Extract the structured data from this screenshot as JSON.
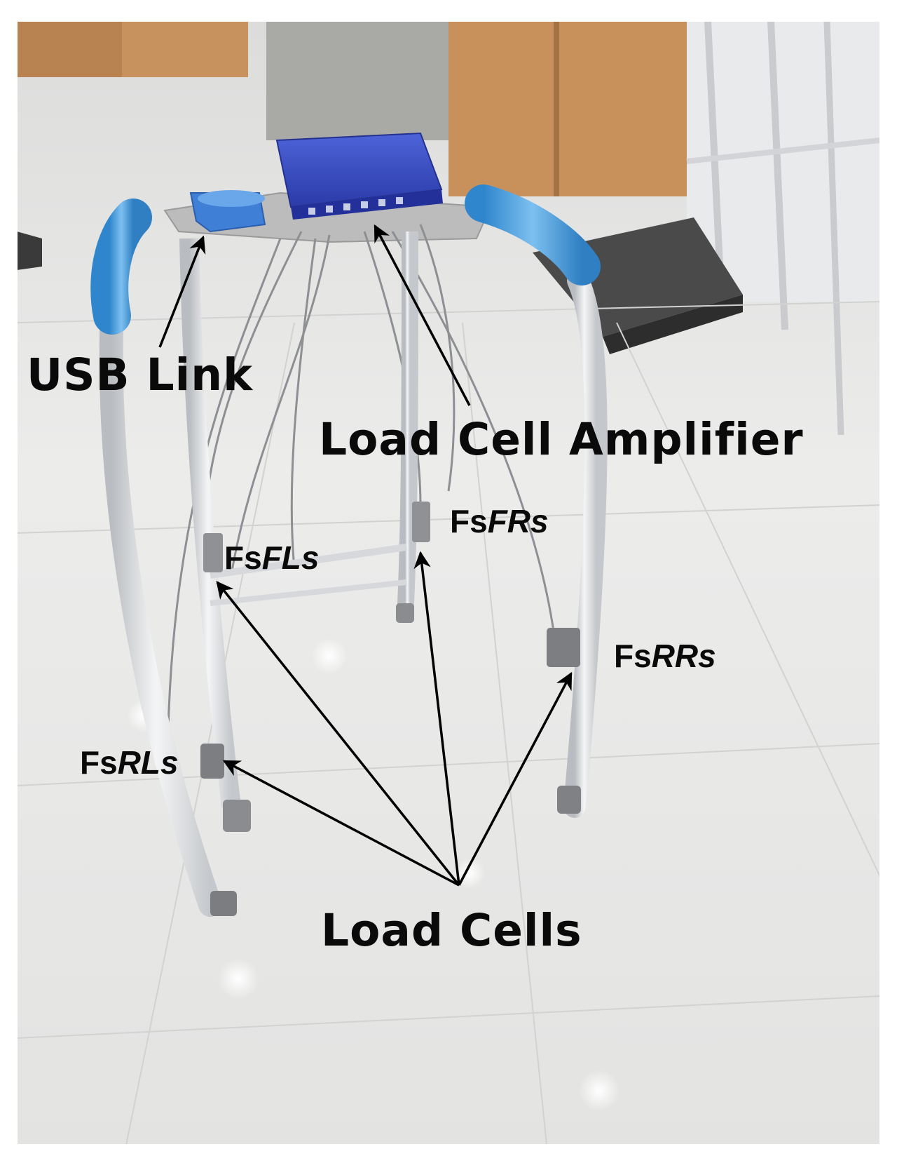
{
  "labels": {
    "usb_link": "USB Link",
    "load_cell_amplifier": "Load Cell Amplifier",
    "load_cells": "Load Cells",
    "fs_fls": {
      "prefix": "Fs",
      "suffix": "FLs"
    },
    "fs_frs": {
      "prefix": "Fs",
      "suffix": "FRs"
    },
    "fs_rrs": {
      "prefix": "Fs",
      "suffix": "RRs"
    },
    "fs_rls": {
      "prefix": "Fs",
      "suffix": "RLs"
    }
  },
  "colors": {
    "floor": "#e9e9e7",
    "wall": "#c9935f",
    "frame": "#e6e8ea",
    "foam_grip": "#5aa9e6",
    "amplifier": "#3a4fc4",
    "usb_box": "#3f7fd6",
    "arrow": "#000000"
  }
}
